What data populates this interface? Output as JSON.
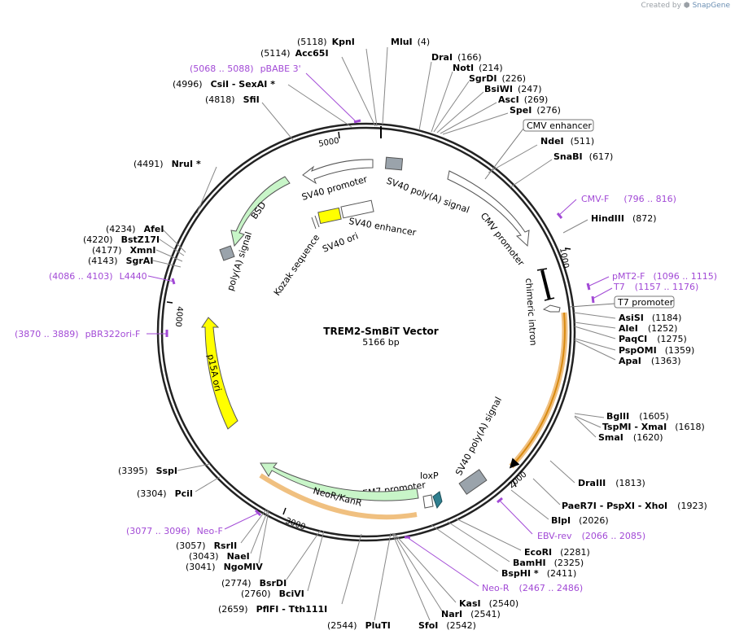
{
  "watermark": {
    "prefix": "Created by",
    "brand": "SnapGene"
  },
  "title": "TREM2-SmBiT Vector",
  "length_label": "5166 bp",
  "total_bp": 5166,
  "ticks": [
    {
      "bp": 1000,
      "label": "1000"
    },
    {
      "bp": 2000,
      "label": "2000"
    },
    {
      "bp": 3000,
      "label": "3000"
    },
    {
      "bp": 4000,
      "label": "4000"
    },
    {
      "bp": 5000,
      "label": "5000"
    }
  ],
  "colors": {
    "primer": "#a24ad6",
    "feature_gray": "#9aa3ab",
    "feature_green": "#c8f5c8",
    "feature_yellow": "#ffff00",
    "feature_teal": "#2f7f8f",
    "orf_glow": "#f0c080",
    "backbone": "#222222"
  },
  "sites": [
    {
      "text": "MluI",
      "pos": "(4)"
    },
    {
      "text": "DraI",
      "pos": "(166)"
    },
    {
      "text": "NotI",
      "pos": "(214)"
    },
    {
      "text": "SgrDI",
      "pos": "(226)"
    },
    {
      "text": "BsiWI",
      "pos": "(247)"
    },
    {
      "text": "AscI",
      "pos": "(269)"
    },
    {
      "text": "SpeI",
      "pos": "(276)"
    },
    {
      "text": "NdeI",
      "pos": "(511)"
    },
    {
      "text": "SnaBI",
      "pos": "(617)"
    },
    {
      "text": "HindIII",
      "pos": "(872)"
    },
    {
      "text": "AsiSI",
      "pos": "(1184)"
    },
    {
      "text": "AleI",
      "pos": "(1252)"
    },
    {
      "text": "PaqCI",
      "pos": "(1275)"
    },
    {
      "text": "PspOMI",
      "pos": "(1359)"
    },
    {
      "text": "ApaI",
      "pos": "(1363)"
    },
    {
      "text": "BglII",
      "pos": "(1605)"
    },
    {
      "text": "TspMI  -  XmaI",
      "pos": "(1618)"
    },
    {
      "text": "SmaI",
      "pos": "(1620)"
    },
    {
      "text": "DraIII",
      "pos": "(1813)"
    },
    {
      "text": "PaeR7I  -  PspXI  -  XhoI",
      "pos": "(1923)"
    },
    {
      "text": "BlpI",
      "pos": "(2026)"
    },
    {
      "text": "EcoRI",
      "pos": "(2281)"
    },
    {
      "text": "BamHI",
      "pos": "(2325)"
    },
    {
      "text": "BspHI *",
      "pos": "(2411)"
    },
    {
      "text": "KasI",
      "pos": "(2540)"
    },
    {
      "text": "NarI",
      "pos": "(2541)"
    },
    {
      "text": "SfoI",
      "pos": "(2542)"
    },
    {
      "text": "PluTI",
      "pos": "(2544)"
    },
    {
      "text": "PflFI  -  Tth111I",
      "pos": "(2659)"
    },
    {
      "text": "BciVI",
      "pos": "(2760)"
    },
    {
      "text": "BsrDI",
      "pos": "(2774)"
    },
    {
      "text": "NgoMIV",
      "pos": "(3041)"
    },
    {
      "text": "NaeI",
      "pos": "(3043)"
    },
    {
      "text": "RsrII",
      "pos": "(3057)"
    },
    {
      "text": "PciI",
      "pos": "(3304)"
    },
    {
      "text": "SspI",
      "pos": "(3395)"
    },
    {
      "text": "SgrAI",
      "pos": "(4143)"
    },
    {
      "text": "XmnI",
      "pos": "(4177)"
    },
    {
      "text": "BstZ17I",
      "pos": "(4220)"
    },
    {
      "text": "AfeI",
      "pos": "(4234)"
    },
    {
      "text": "NruI *",
      "pos": "(4491)"
    },
    {
      "text": "SfiI",
      "pos": "(4818)"
    },
    {
      "text": "CsiI  -  SexAI *",
      "pos": "(4996)"
    },
    {
      "text": "Acc65I",
      "pos": "(5114)"
    },
    {
      "text": "KpnI",
      "pos": "(5118)"
    }
  ],
  "primers": [
    {
      "name": "pBABE 3'",
      "range": "(5068 .. 5088)"
    },
    {
      "name": "CMV-F",
      "range": "(796 .. 816)"
    },
    {
      "name": "pMT2-F",
      "range": "(1096 .. 1115)"
    },
    {
      "name": "T7",
      "range": "(1157 .. 1176)"
    },
    {
      "name": "EBV-rev",
      "range": "(2066 .. 2085)"
    },
    {
      "name": "Neo-R",
      "range": "(2467 .. 2486)"
    },
    {
      "name": "Neo-F",
      "range": "(3077 .. 3096)"
    },
    {
      "name": "pBR322ori-F",
      "range": "(3870 .. 3889)"
    },
    {
      "name": "L4440",
      "range": "(4086 .. 4103)"
    }
  ],
  "boxed_features": [
    {
      "name": "CMV enhancer"
    },
    {
      "name": "T7 promoter"
    }
  ],
  "features": [
    {
      "name": "SV40 promoter"
    },
    {
      "name": "SV40 poly(A) signal"
    },
    {
      "name": "CMV promoter"
    },
    {
      "name": "chimeric intron"
    },
    {
      "name": "BSD"
    },
    {
      "name": "poly(A) signal"
    },
    {
      "name": "SV40 enhancer"
    },
    {
      "name": "SV40 ori"
    },
    {
      "name": "Kozak sequence"
    },
    {
      "name": "p15A ori"
    },
    {
      "name": "NeoR/KanR"
    },
    {
      "name": "EM7 promoter"
    },
    {
      "name": "loxP"
    },
    {
      "name": "SV40 poly(A) signal"
    }
  ]
}
